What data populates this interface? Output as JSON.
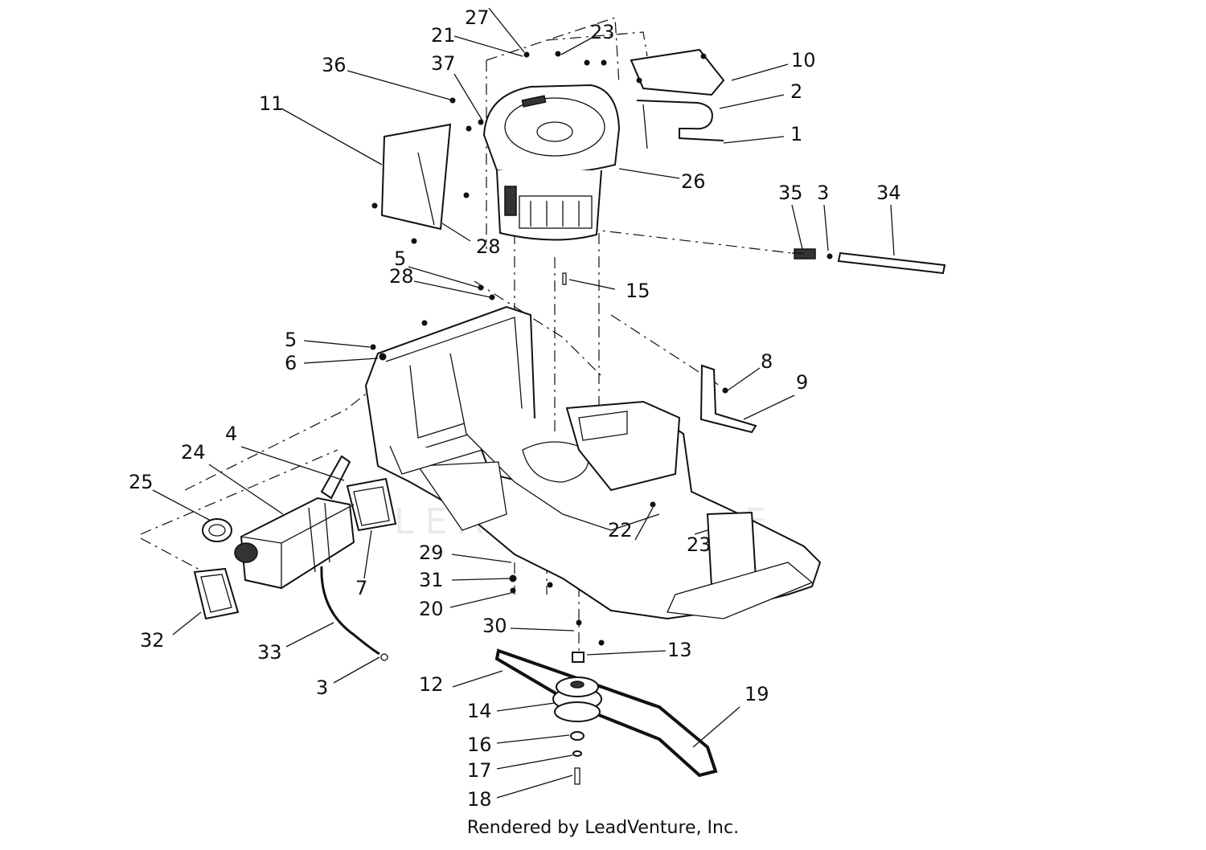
{
  "diagram": {
    "watermark": "LEADVENTURE",
    "footer": "Rendered by LeadVenture, Inc.",
    "callouts": {
      "c1": "1",
      "c2": "2",
      "c3a": "3",
      "c3b": "3",
      "c4": "4",
      "c5a": "5",
      "c5b": "5",
      "c6": "6",
      "c7": "7",
      "c8": "8",
      "c9": "9",
      "c10": "10",
      "c11": "11",
      "c12": "12",
      "c13": "13",
      "c14": "14",
      "c15": "15",
      "c16": "16",
      "c17": "17",
      "c18": "18",
      "c19": "19",
      "c20": "20",
      "c21": "21",
      "c22": "22",
      "c23a": "23",
      "c23b": "23",
      "c24": "24",
      "c25": "25",
      "c26": "26",
      "c27": "27",
      "c28a": "28",
      "c28b": "28",
      "c29": "29",
      "c30": "30",
      "c31": "31",
      "c32": "32",
      "c33": "33",
      "c34": "34",
      "c35": "35",
      "c36": "36",
      "c37": "37"
    }
  }
}
